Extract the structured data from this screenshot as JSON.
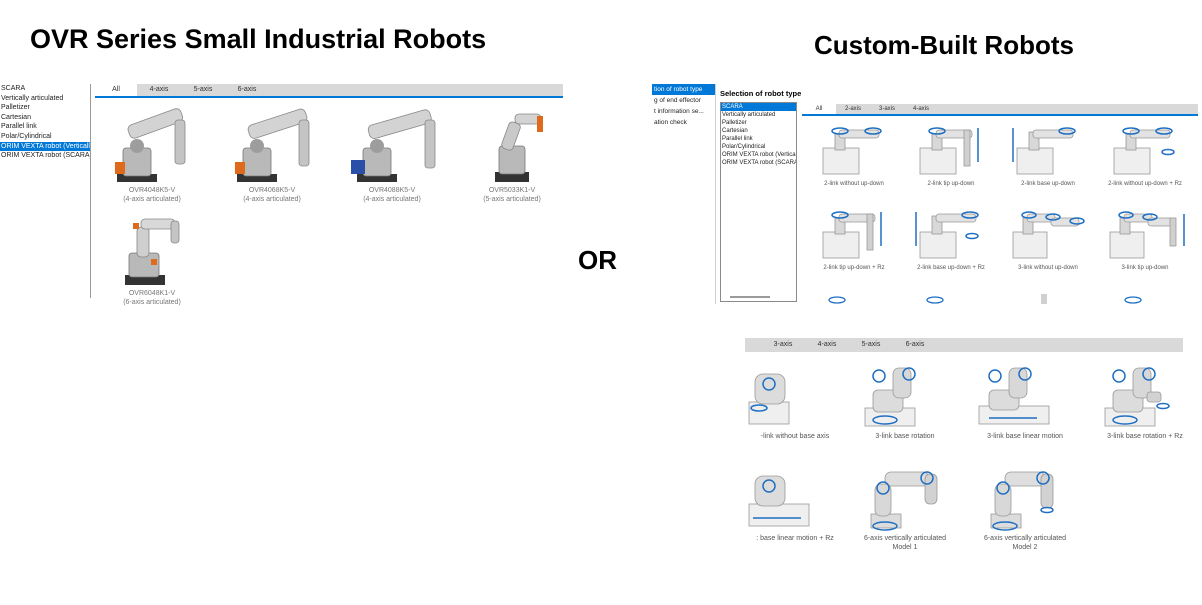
{
  "headings": {
    "left": "OVR Series Small Industrial Robots",
    "right": "Custom-Built Robots",
    "or": "OR"
  },
  "panel_ovr": {
    "robot_types": [
      "SCARA",
      "Vertically articulated",
      "Palletizer",
      "Cartesian",
      "Parallel link",
      "Polar/Cylindrical",
      "ORIM VEXTA robot (Verticall",
      "ORIM VEXTA robot (SCARA)"
    ],
    "selected_index": 6,
    "tabs": [
      "All",
      "4-axis",
      "5-axis",
      "6-axis"
    ],
    "active_tab": 0,
    "models": [
      {
        "name": "OVR4048K5-V",
        "desc": "(4-axis articulated)"
      },
      {
        "name": "OVR4068K5-V",
        "desc": "(4-axis articulated)"
      },
      {
        "name": "OVR4088K5-V",
        "desc": "(4-axis articulated)"
      },
      {
        "name": "OVR5033K1-V",
        "desc": "(5-axis articulated)"
      },
      {
        "name": "OVR6048K1-V",
        "desc": "(6-axis articulated)"
      }
    ]
  },
  "panel_custom_top": {
    "steps": [
      "tion of robot type",
      "g of end effector",
      "t information se...",
      "ation check"
    ],
    "active_step": 0,
    "title": "Selection of robot type",
    "robot_types": [
      "SCARA",
      "Vertically articulated",
      "Palletizer",
      "Cartesian",
      "Parallel link",
      "Polar/Cylindrical",
      "ORIM VEXTA robot (Verticall",
      "ORIM VEXTA robot (SCARA)"
    ],
    "selected_index": 0,
    "tabs": [
      "All",
      "2-axis",
      "3-axis",
      "4-axis"
    ],
    "active_tab": 0,
    "configs": [
      "2-link without up-down",
      "2-link tip up-down",
      "2-link base up-down",
      "2-link without up-down + Rz",
      "2-link tip up-down + Rz",
      "2-link base up-down + Rz",
      "3-link without up-down",
      "3-link tip up-down"
    ]
  },
  "panel_custom_bottom": {
    "tabs": [
      "3-axis",
      "4-axis",
      "5-axis",
      "6-axis"
    ],
    "configs": [
      {
        "line1": "-link without base axis",
        "line2": ""
      },
      {
        "line1": "3-link base rotation",
        "line2": ""
      },
      {
        "line1": "3-link base linear motion",
        "line2": ""
      },
      {
        "line1": "3-link base rotation + Rz",
        "line2": ""
      },
      {
        "line1": ": base linear motion + Rz",
        "line2": ""
      },
      {
        "line1": "6-axis vertically articulated",
        "line2": "Model 1"
      },
      {
        "line1": "6-axis vertically articulated",
        "line2": "Model 2"
      }
    ]
  },
  "colors": {
    "selection_blue": "#0078d7",
    "tab_bar_gray": "#d9d9d9",
    "arrow_blue": "#1f6fc2"
  }
}
